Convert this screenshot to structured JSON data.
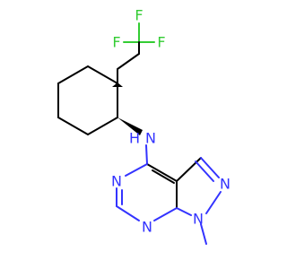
{
  "structure": {
    "atom_labels": {
      "f_top": "F",
      "f_left": "F",
      "f_right": "F",
      "n_amine": "N",
      "h_amine": "H",
      "n_pyrimidine_top": "N",
      "n_pyrimidine_bottom": "N",
      "n_pyrazole_n2": "N",
      "n_pyrazole_n1": "N"
    },
    "colors": {
      "carbon_bond": "#000000",
      "nitrogen": "#3333ff",
      "fluorine": "#33cc33",
      "background": "#ffffff"
    }
  }
}
